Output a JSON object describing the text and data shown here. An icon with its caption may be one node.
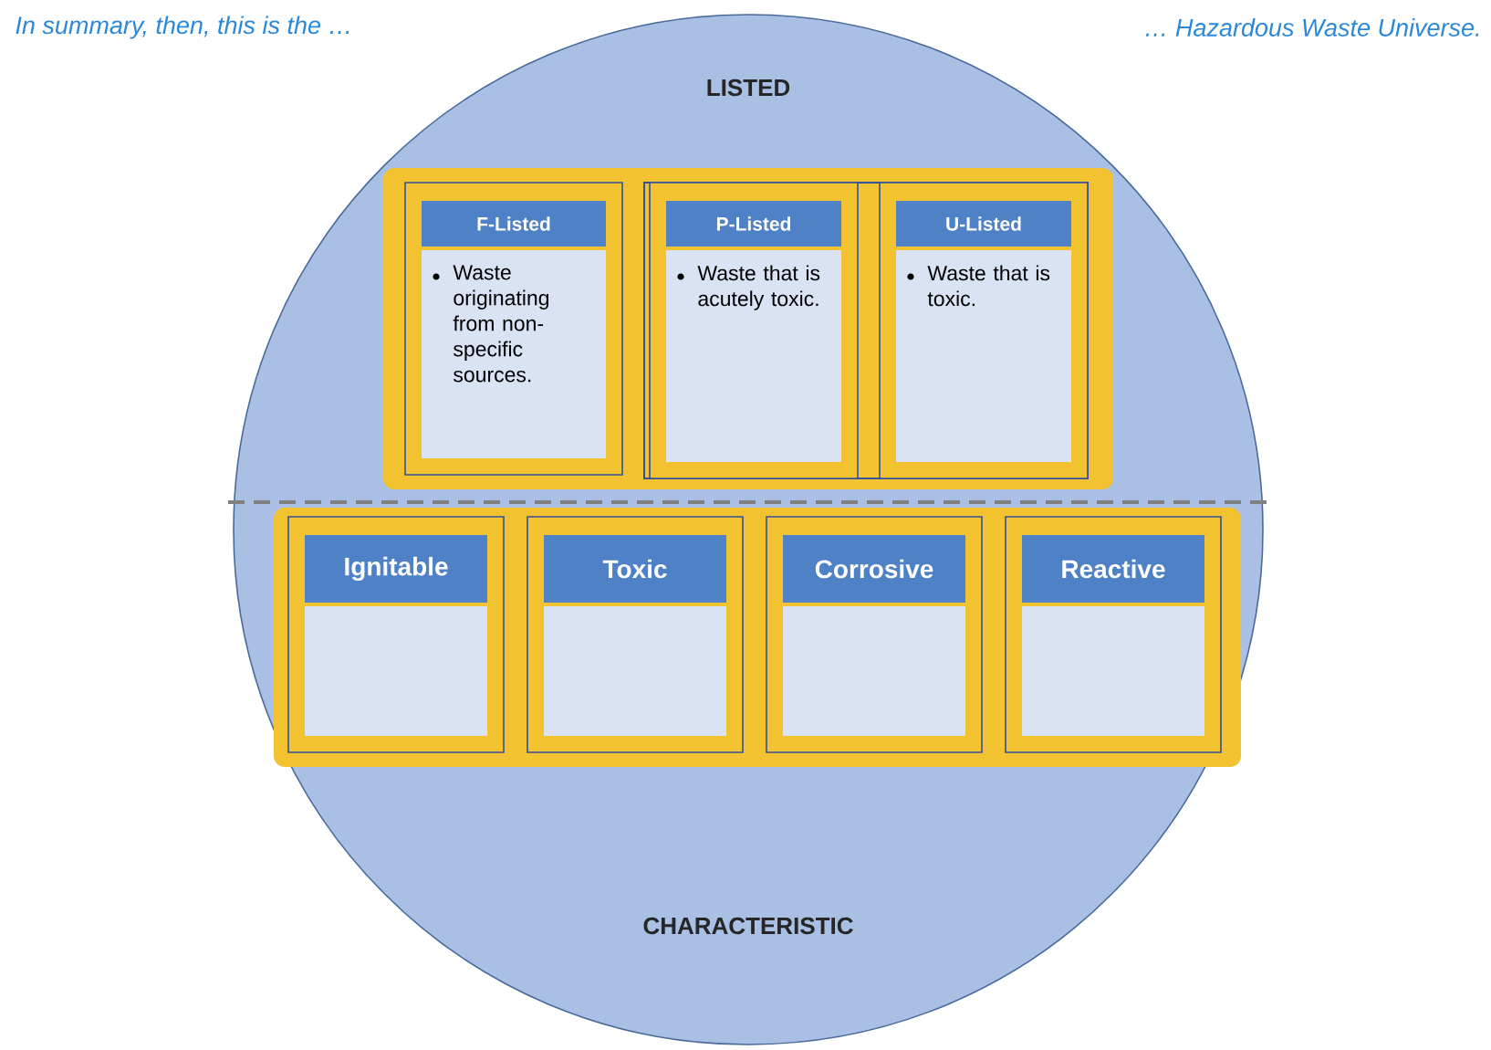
{
  "diagram": {
    "nodes": [
      {
        "text": [
          "LISTED",
          "CHARACTERISTIC"
        ]
      },
      {
        "text": [
          "F-Listed",
          "Waste originating from non-specific sources."
        ],
        "in": 0
      },
      {
        "text": [],
        "shape": "box",
        "in": 0
      },
      {
        "text": [
          "P-Listed",
          "Waste that is acutely toxic."
        ],
        "in": 2
      },
      {
        "text": [
          "U-Listed",
          "Waste that is toxic."
        ],
        "in": 2
      },
      {
        "text": [
          "Ignitable"
        ],
        "in": 0
      },
      {
        "text": [
          "Toxic"
        ],
        "in": 0
      },
      {
        "text": [
          "Corrosive"
        ],
        "in": 0
      },
      {
        "text": [
          "Reactive"
        ],
        "in": 0
      }
    ],
    "labels": [
      "In summary, then, this is the …",
      "… Hazardous Waste Universe."
    ]
  }
}
